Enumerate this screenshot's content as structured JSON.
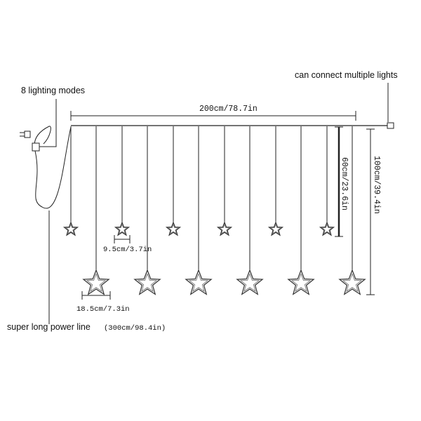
{
  "labels": {
    "lighting_modes": "8 lighting modes",
    "connect_multiple": "can connect multiple lights",
    "width": "200cm/78.7in",
    "short_drop": "60cm/23.6in",
    "long_drop": "100cm/39.4in",
    "small_star": "9.5cm/3.7in",
    "large_star": "18.5cm/7.3in",
    "power_line": "super long power line",
    "power_line_length": "(300cm/98.4in)"
  },
  "stars": {
    "small_count": 6,
    "large_count": 6
  },
  "colors": {
    "line": "#222222",
    "star_outer": "#333333",
    "star_inner": "#777777",
    "text": "#111111"
  }
}
